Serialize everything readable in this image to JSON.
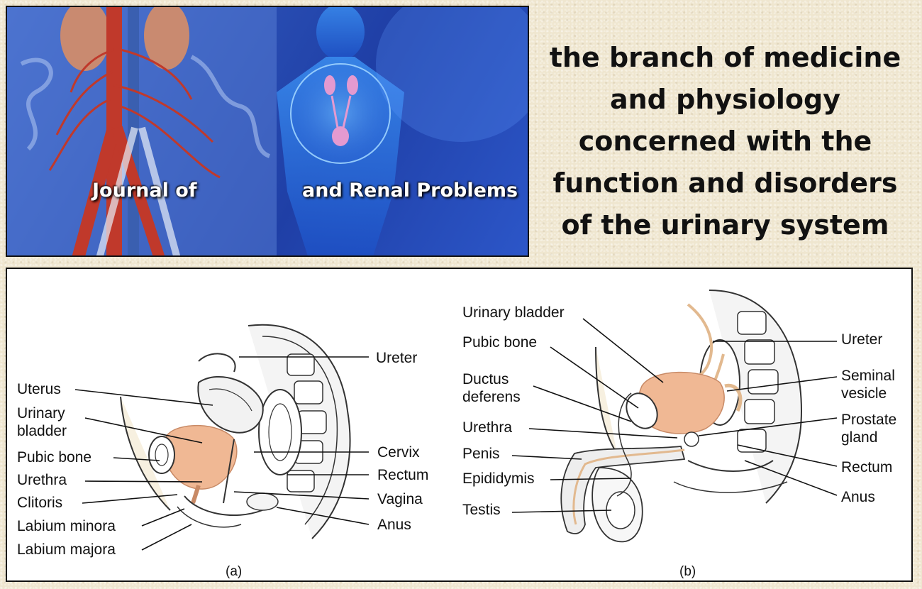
{
  "banner": {
    "text_left": "Journal of",
    "text_right": "and Renal Problems"
  },
  "definition": {
    "lines": [
      "the branch of medicine",
      "and physiology",
      "concerned with the",
      "function and disorders",
      "of the urinary system"
    ]
  },
  "diagram": {
    "female": {
      "caption": "(a)",
      "labels": {
        "ureter": "Ureter",
        "uterus": "Uterus",
        "urinary_bladder_1": "Urinary",
        "urinary_bladder_2": "bladder",
        "pubic_bone": "Pubic bone",
        "urethra": "Urethra",
        "clitoris": "Clitoris",
        "labium_minora": "Labium minora",
        "labium_majora": "Labium majora",
        "cervix": "Cervix",
        "rectum": "Rectum",
        "vagina": "Vagina",
        "anus": "Anus"
      }
    },
    "male": {
      "caption": "(b)",
      "labels": {
        "urinary_bladder": "Urinary bladder",
        "pubic_bone": "Pubic bone",
        "ductus_deferens_1": "Ductus",
        "ductus_deferens_2": "deferens",
        "urethra": "Urethra",
        "penis": "Penis",
        "epididymis": "Epididymis",
        "testis": "Testis",
        "ureter": "Ureter",
        "seminal_vesicle_1": "Seminal",
        "seminal_vesicle_2": "vesicle",
        "prostate_gland_1": "Prostate",
        "prostate_gland_2": "gland",
        "rectum": "Rectum",
        "anus": "Anus"
      }
    }
  }
}
